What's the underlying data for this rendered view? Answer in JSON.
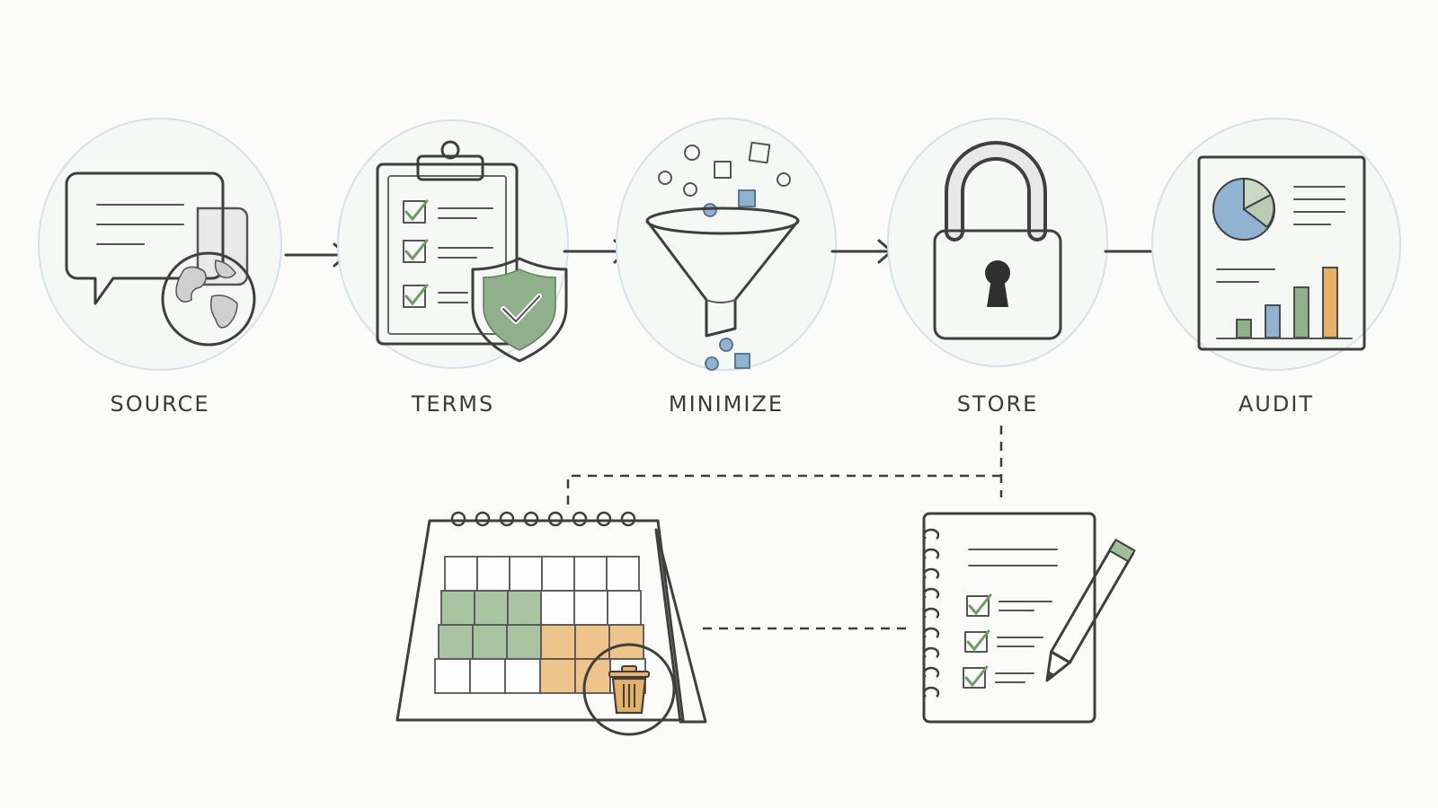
{
  "steps": [
    {
      "label": "SOURCE",
      "icon": "chat-globe-icon"
    },
    {
      "label": "TERMS",
      "icon": "clipboard-shield-icon"
    },
    {
      "label": "MINIMIZE",
      "icon": "funnel-icon"
    },
    {
      "label": "STORE",
      "icon": "padlock-icon"
    },
    {
      "label": "AUDIT",
      "icon": "report-chart-icon"
    }
  ],
  "branches": [
    {
      "icon": "calendar-trash-icon"
    },
    {
      "icon": "notebook-checklist-icon"
    }
  ],
  "colors": {
    "ink": "#3f3f3f",
    "green": "#8fb08a",
    "blue": "#8fb3d1",
    "orange": "#e6b26a",
    "halo": "#d6e2e6"
  }
}
